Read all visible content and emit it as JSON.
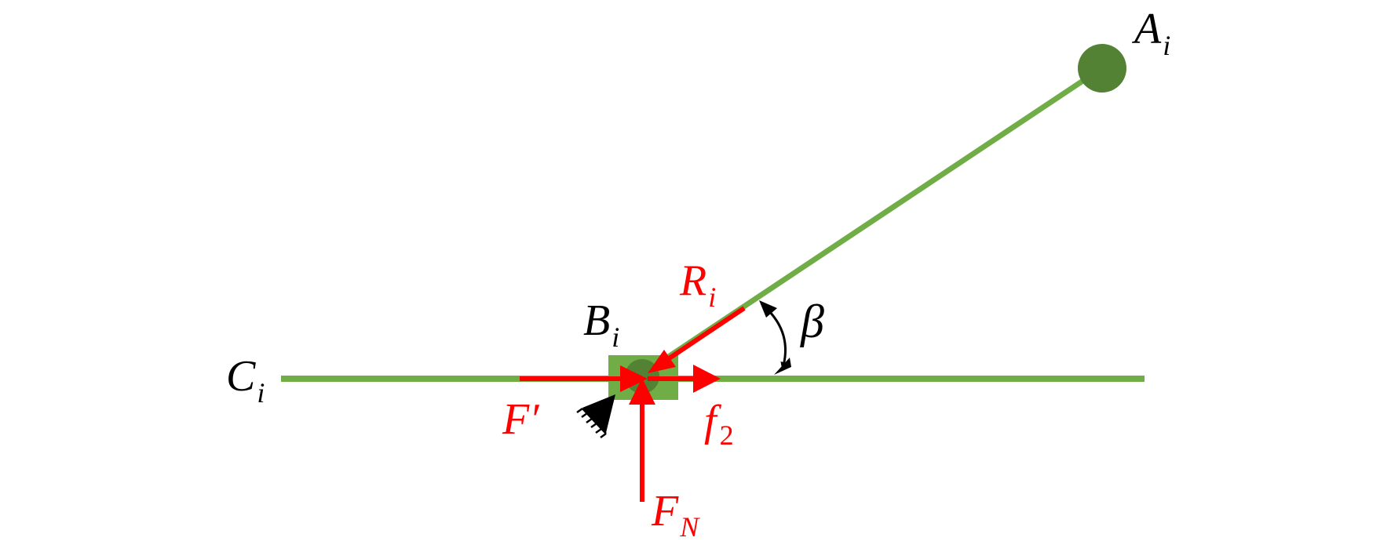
{
  "labels": {
    "A": {
      "main": "A",
      "sub": "i"
    },
    "B": {
      "main": "B",
      "sub": "i"
    },
    "C": {
      "main": "C",
      "sub": "i"
    },
    "R": {
      "main": "R",
      "sub": "i"
    },
    "F_prime": {
      "main": "F′"
    },
    "f2": {
      "main": "f",
      "sub": "2"
    },
    "FN": {
      "main": "F",
      "sub": "N"
    },
    "beta": {
      "main": "β"
    }
  },
  "colors": {
    "link": "#70ad47",
    "node": "#548235",
    "force": "#ff0000",
    "annotation": "#000000",
    "background": "#ffffff"
  }
}
